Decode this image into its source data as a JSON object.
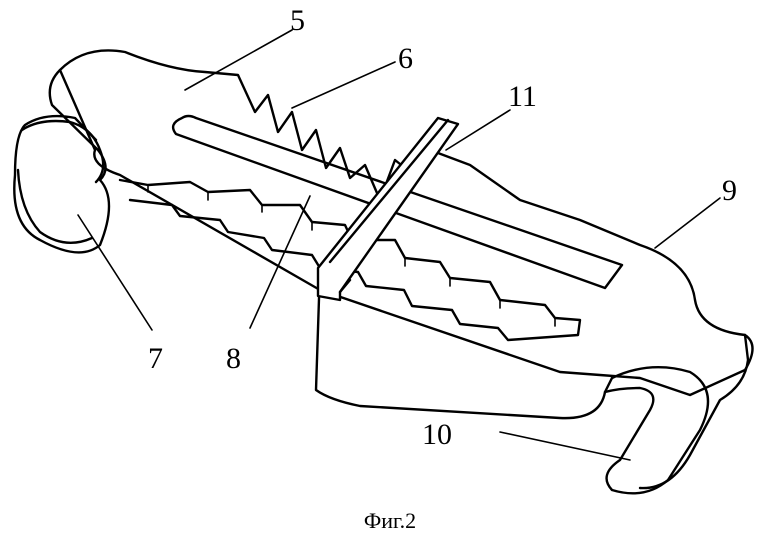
{
  "labels": {
    "l5": "5",
    "l6": "6",
    "l7": "7",
    "l8": "8",
    "l9": "9",
    "l10": "10",
    "l11": "11"
  },
  "caption": "Фиг.2"
}
